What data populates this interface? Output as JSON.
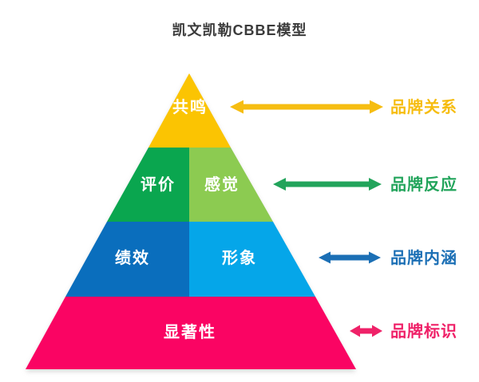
{
  "title": "凯文凯勒CBBE模型",
  "pyramid": {
    "cells": [
      {
        "label": "共鸣",
        "color": "#FBC402"
      },
      {
        "label": "评价",
        "color": "#0AA64F"
      },
      {
        "label": "感觉",
        "color": "#8CCB51"
      },
      {
        "label": "绩效",
        "color": "#0A6EBD"
      },
      {
        "label": "形象",
        "color": "#05A6E9"
      },
      {
        "label": "显著性",
        "color": "#FA0463"
      }
    ]
  },
  "annotations": [
    {
      "label": "品牌关系",
      "color": "#F6BD11"
    },
    {
      "label": "品牌反应",
      "color": "#22A45B"
    },
    {
      "label": "品牌内涵",
      "color": "#1B6FB5"
    },
    {
      "label": "品牌标识",
      "color": "#EF2168"
    }
  ]
}
